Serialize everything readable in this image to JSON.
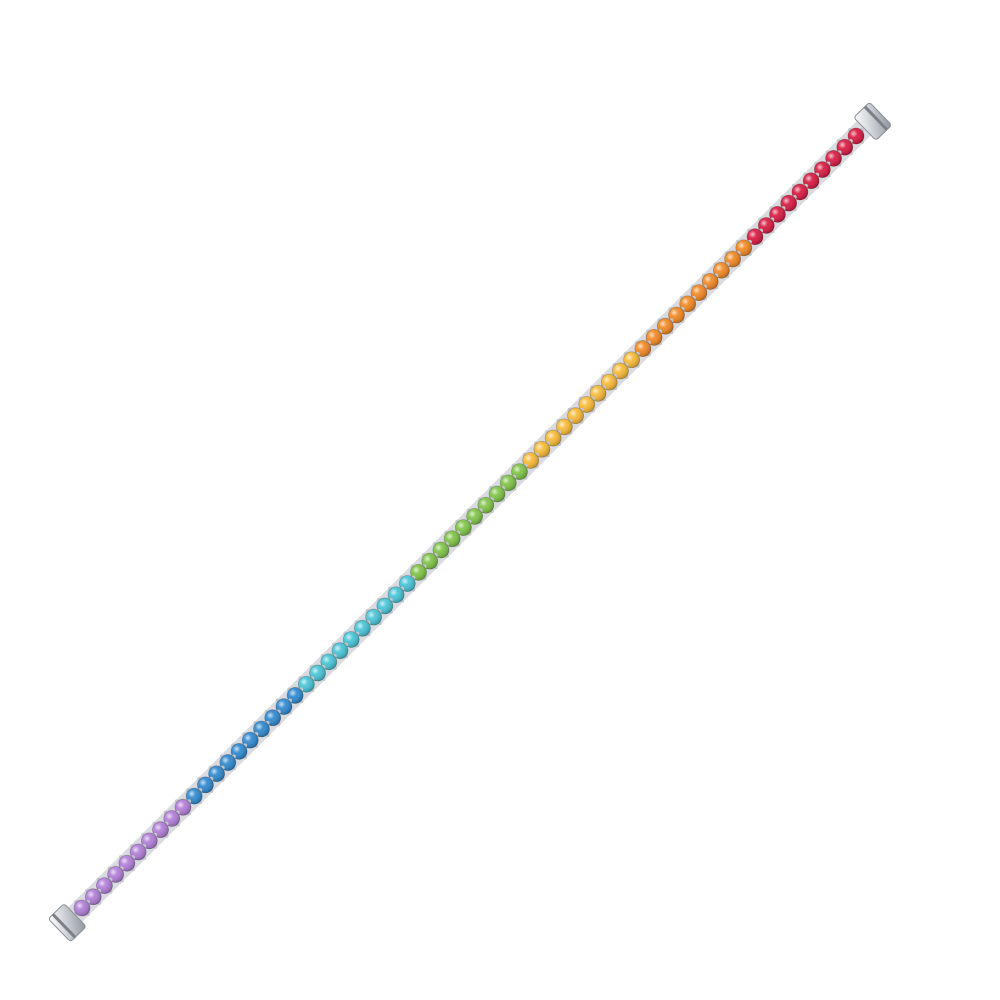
{
  "image": {
    "subject": "bracelet",
    "background_color": "#ffffff",
    "metal_color": "#d9dbe0",
    "stone_count": 70,
    "stone_groups": [
      {
        "name": "ruby-stones",
        "color": "#d7143c",
        "count": 10
      },
      {
        "name": "orange-stones",
        "color": "#f2851d",
        "count": 10
      },
      {
        "name": "yellow-stones",
        "color": "#f9b932",
        "count": 10
      },
      {
        "name": "green-stones",
        "color": "#7cc242",
        "count": 10
      },
      {
        "name": "aqua-stones",
        "color": "#43c3d6",
        "count": 10
      },
      {
        "name": "blue-stones",
        "color": "#2a86cf",
        "count": 10
      },
      {
        "name": "violet-stones",
        "color": "#b07bd8",
        "count": 10
      }
    ]
  }
}
